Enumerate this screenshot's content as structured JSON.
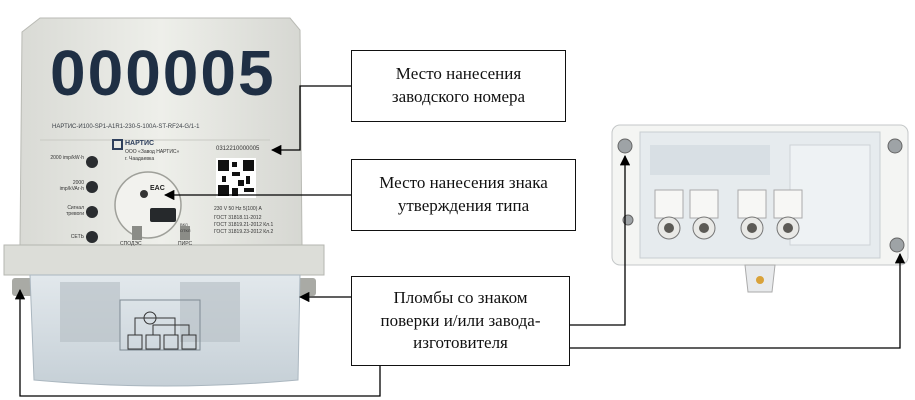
{
  "meter": {
    "serial_number": "000005",
    "model_string": "НАРТИС-И100-SP1-A1R1-230-5-100A-ST-RF24-G/1-1",
    "brand": "НАРТИС",
    "manufacturer": "ООО «Завод НАРТИС»",
    "city": "г. Чаадаевка",
    "serial_small": "0312210000005",
    "indicators": [
      "2000 imp/kW·h",
      "2000 imp/kVAr·h",
      "Сигнал тревоги",
      "СЕТЬ"
    ],
    "specs": [
      "230 V  50 Hz  5(100) A",
      "ГОСТ 31818.11-2012",
      "ГОСТ 31819.21-2012 Кл.1",
      "ГОСТ 31819.23-2012 Кл.2"
    ],
    "button_labels": [
      "СПОДЭС",
      "ПИРС"
    ],
    "mark": "EAC",
    "switch_labels": [
      "ВКЛ",
      "ОТКЛ"
    ]
  },
  "callouts": {
    "serial_place": [
      "Место нанесения",
      "заводского номера"
    ],
    "type_mark_place": [
      "Место нанесения знака",
      "утверждения типа"
    ],
    "seals": [
      "Пломбы со знаком",
      "поверки и/или завода-",
      "изготовителя"
    ]
  },
  "colors": {
    "meter_body": "#e6e7e2",
    "serial_text": "#1f2f44",
    "terminal_cover": "#d5dde3",
    "line": "#000000"
  }
}
